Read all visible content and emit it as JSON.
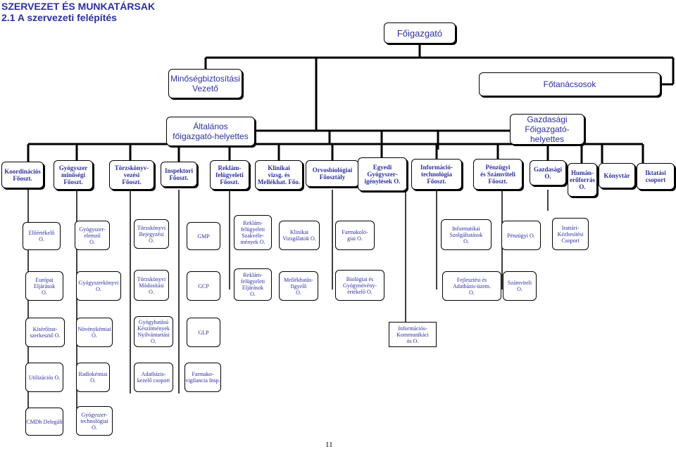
{
  "header": {
    "title": "SZERVEZET ÉS MUNKATÁRSAK",
    "subtitle": "2.1 A szervezeti felépítés"
  },
  "top": {
    "foigazgato": "Főigazgató",
    "minoseg": "Minőségbiztosítási\nVezető",
    "fotanacsosok": "Főtanácsosok",
    "altalanos": "Általános\nfőigazgató-helyettes",
    "gazdasagi_helyettes": "Gazdasági\nFőigazgató-helyettes"
  },
  "level3": {
    "koordinacios": "Koordinációs\nFőoszt.",
    "gyogyszer_minosegi": "Gyógyszer\nminőségi\nFőoszt.",
    "torzskonyvezesi": "Törzskönyv-\nvezési\nFőoszt.",
    "inspektori": "Inspektori\nFőoszt.",
    "reklamfelugyeleti": "Reklám-\nfelügyeleti\nFőoszt.",
    "klinikai": "Klinikai\nvizsg. és\nMellékhat. Főo.",
    "orvosbiologiai": "Orvosbiológiai\nFőosztály",
    "egyedi": "Egyedi\nGyógyszer-\nigénylések O.",
    "informacio": "Információ-\ntechnológia\nFőoszt.",
    "penzugyi_szamviteli": "Pénzügyi\nés Számviteli\nFőoszt.",
    "gazdasagi_o": "Gazdasági\nO.",
    "humaneroforras": "Humán-\nerőforrás\nO.",
    "konyvtar": "Könyvtár",
    "iktatasi": "Iktatási\ncsoport"
  },
  "level4": {
    "eloertekelo": "Előértékelő\nO.",
    "gyogyszerelemzo": "Gyógyszer-\nelemző\nO.",
    "torzskonyvi_bejegyzesi": "Törzskönyvi\nBejegyzési\nO.",
    "gmp": "GMP",
    "reklam_szakvelemenyek": "Reklám-\nfelügyeleti\nSzakvéle-\nmények O.",
    "klinikai_vizsgalatok": "Klinikai\nVizsgálatok O.",
    "farmakologiai": "Farmakoló-\ngiai O.",
    "informatikai": "Informatikai\nSzolgáltatások\nO.",
    "penzugyi_o": "Pénzügyi O.",
    "irattari": "Irattári-\nKézbesítési\nCsoport"
  },
  "level5": {
    "europai": "Európai\nEljárások\nO.",
    "gyogyszerkonyvi": "Gyógyszerkönyvi\nO.",
    "torzskonyvi_modositasi": "Törzskönyvi\nMódosítási\nO.",
    "gcp": "GCP",
    "reklam_eljarasok": "Reklám-\nfelügyeleti\nEljárások\nO.",
    "mellekhatas": "Mellékhatás-\nfigyelő\nO.",
    "biologiai": "Biológiai és\nGyógynövény-\nértékelő O.",
    "fejlesztesi": "Fejlesztési és\nAdatbázis-üzem.\nO.",
    "szamviteli": "Számviteli\nO."
  },
  "level6": {
    "kiseroirat": "Kísérőirat-\nszerkesztő O.",
    "novenykemiai": "Növénykémiai\nO.",
    "gyogyhatasu": "Gyógyhatású\nKészítmények\nNyilvántartási\nO.",
    "glp": "GLP",
    "informacios_kommunikacios": "Információs-\nKommunikáci\nós O."
  },
  "level7": {
    "utilizacios": "Utilizációs O.",
    "radiokemiai": "Radiokémiai\nO.",
    "adatbazis": "Adatbázis-\nkezelő csoport",
    "farmakovigilancia": "Farmako-\nvigilancia Insp."
  },
  "level8": {
    "cmdh": "CMDh Delegált",
    "gyogyszertechnologiai": "Gyógyszer-\ntechnológiai\nO."
  },
  "footer": {
    "page_number": "11"
  }
}
